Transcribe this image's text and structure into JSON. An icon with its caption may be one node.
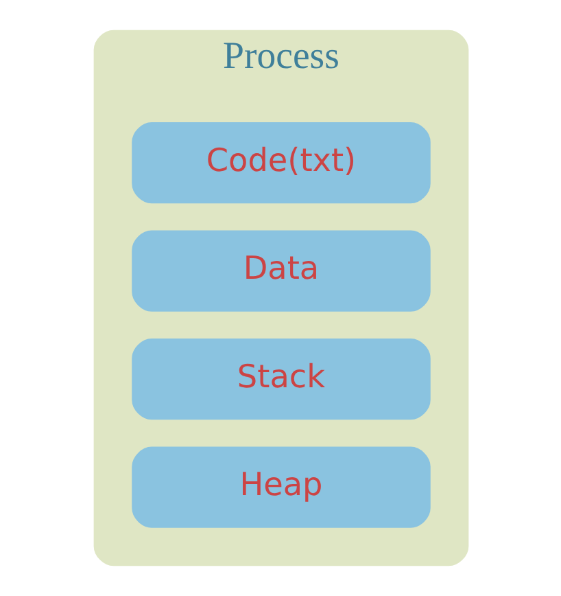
{
  "diagram": {
    "nodes": [
      {
        "text": [
          "Process"
        ]
      },
      {
        "text": [
          "Code(txt)"
        ],
        "in": 0
      },
      {
        "text": [
          "Data"
        ],
        "in": 0
      },
      {
        "text": [
          "Stack"
        ],
        "in": 0
      },
      {
        "text": [
          "Heap"
        ],
        "in": 0
      }
    ],
    "edges": []
  }
}
